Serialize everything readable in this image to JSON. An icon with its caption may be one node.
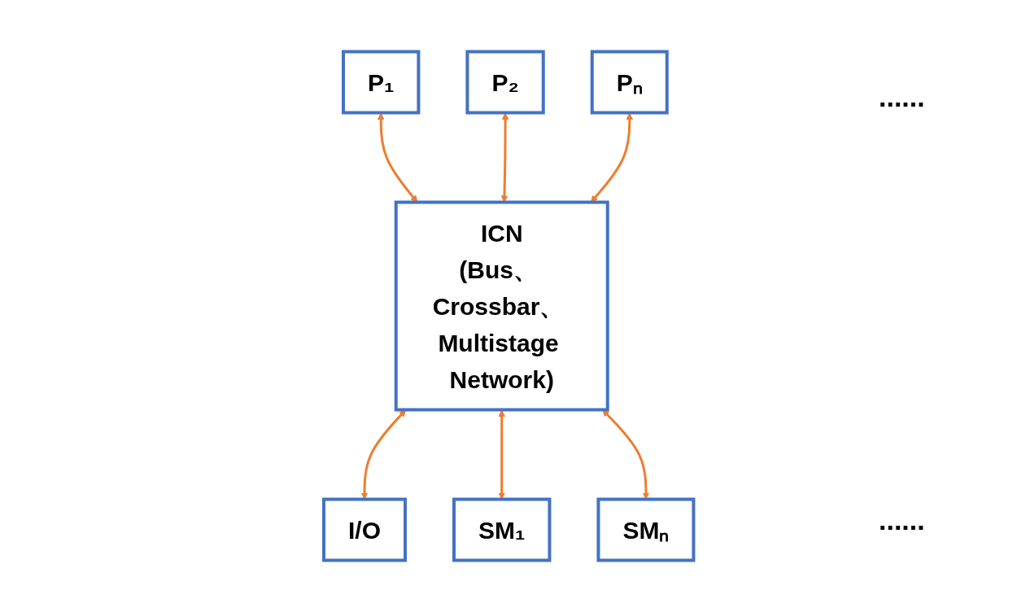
{
  "diagram": {
    "nodes": [
      {
        "text": [
          "P₁"
        ]
      },
      {
        "text": [
          "P₂"
        ]
      },
      {
        "text": [
          "Pₙ"
        ]
      },
      {
        "text": [
          "ICN",
          "(Bus、 Crossbar、 Multistage Network)"
        ]
      },
      {
        "text": [
          "I/O"
        ]
      },
      {
        "text": [
          "SM₁"
        ]
      },
      {
        "text": [
          "SMₙ"
        ]
      }
    ],
    "edges": [
      {
        "from": 0,
        "to": 3,
        "arrow": "both"
      },
      {
        "from": 1,
        "to": 3,
        "arrow": "both"
      },
      {
        "from": 2,
        "to": 3,
        "arrow": "both"
      },
      {
        "from": 3,
        "to": 4,
        "arrow": "both"
      },
      {
        "from": 3,
        "to": 5,
        "arrow": "both"
      },
      {
        "from": 3,
        "to": 6,
        "arrow": "both"
      }
    ],
    "labels": [
      "......",
      "......"
    ]
  }
}
